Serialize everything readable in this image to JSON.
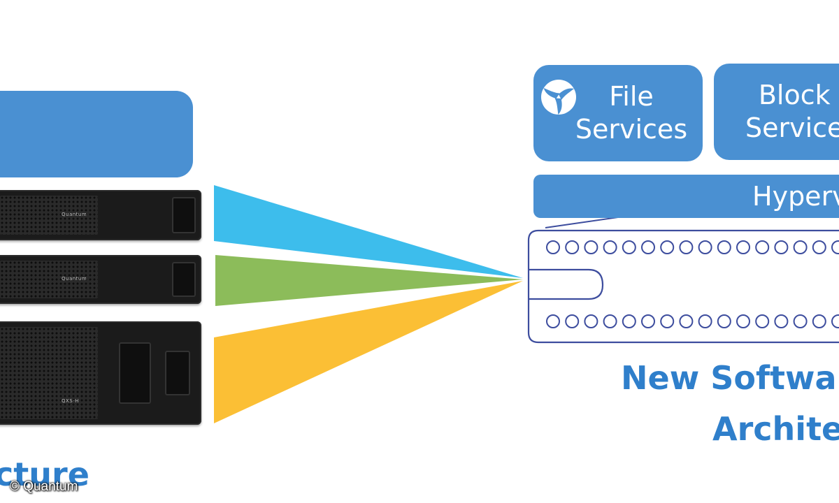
{
  "services": {
    "file_line1": "File",
    "file_line2": "Services",
    "block_line1": "Block",
    "block_line2": "Service"
  },
  "hypervisor_label": "Hyperv",
  "captions": {
    "left": "cture",
    "right_line1": "New Softwar",
    "right_line2": "Archite"
  },
  "copyright": "© Quantum",
  "server_badges": [
    "Quantum",
    "Quantum",
    "QXS-H"
  ],
  "icons": {
    "file_services": "swirl-logo-icon",
    "chassis": "storage-chassis-icon"
  },
  "colors": {
    "box_blue": "#4a90d2",
    "caption_blue": "#2f7fcb",
    "beam_cyan": "#3dbdec",
    "beam_green": "#8cbc5a",
    "beam_yellow": "#fbbf35",
    "chassis_outline": "#3d4d9e"
  }
}
